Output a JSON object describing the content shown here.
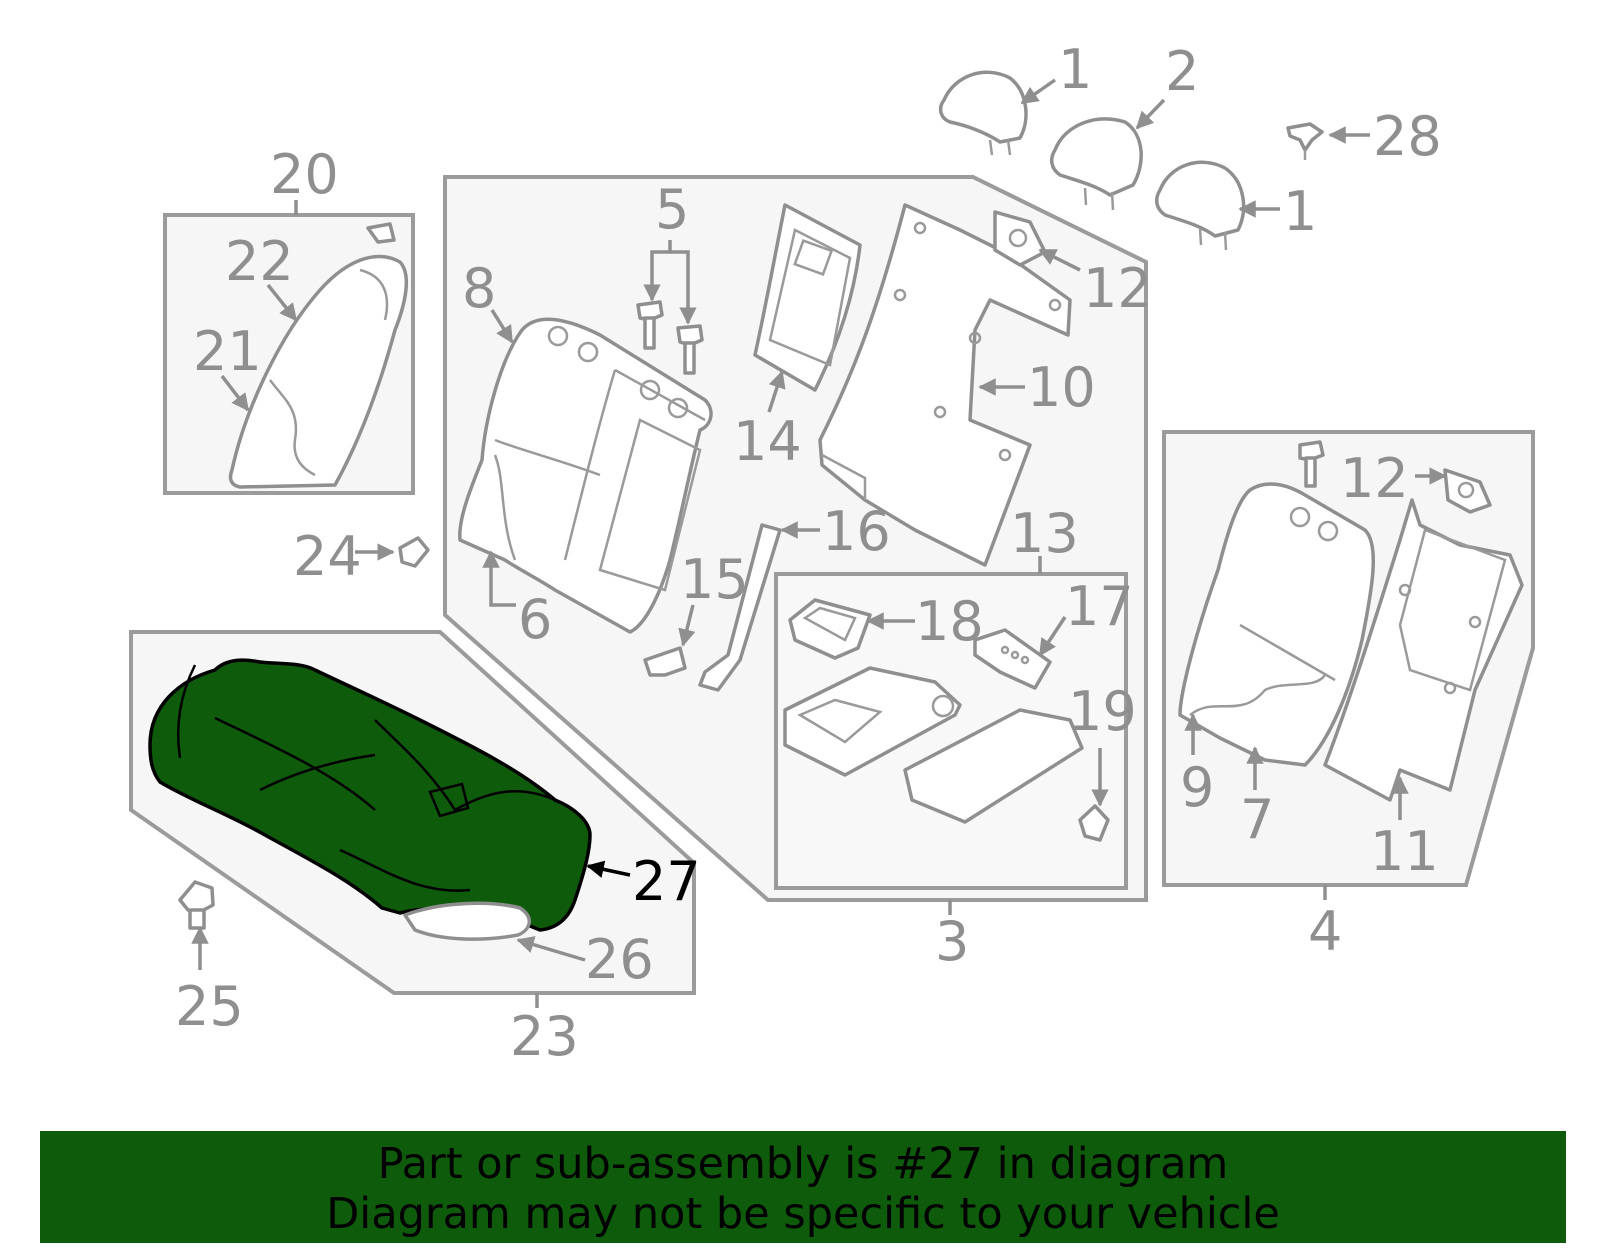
{
  "diagram": {
    "highlight_color": "#0f5b0c",
    "callouts": {
      "c1a": "1",
      "c1b": "1",
      "c2": "2",
      "c3": "3",
      "c4": "4",
      "c5": "5",
      "c6": "6",
      "c7": "7",
      "c8": "8",
      "c9": "9",
      "c10": "10",
      "c11": "11",
      "c12a": "12",
      "c12b": "12",
      "c13": "13",
      "c14": "14",
      "c15": "15",
      "c16": "16",
      "c17": "17",
      "c18": "18",
      "c19": "19",
      "c20": "20",
      "c21": "21",
      "c22": "22",
      "c23": "23",
      "c24": "24",
      "c25": "25",
      "c26": "26",
      "c27": "27",
      "c28": "28"
    }
  },
  "banner": {
    "line1": "Part or sub-assembly is #27 in diagram",
    "line2": "Diagram may not be specific to your vehicle"
  }
}
